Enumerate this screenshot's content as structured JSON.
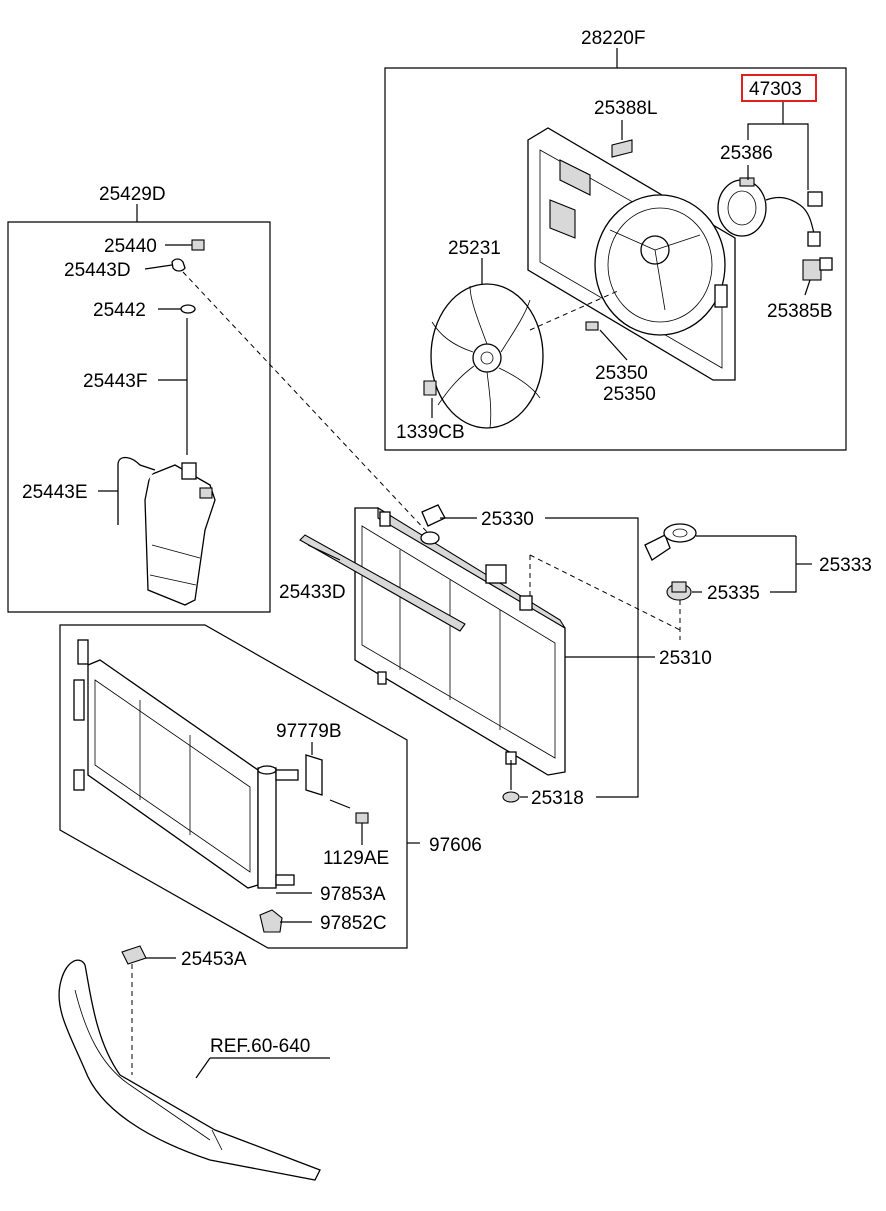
{
  "labels": {
    "fan_assy": "28220F",
    "motor_assy": "47303",
    "label_25388L": "25388L",
    "motor": "25386",
    "fan": "25231",
    "connector": "25385B",
    "shroud_a": "25350",
    "shroud_b": "25350",
    "nut": "1339CB",
    "reservoir_assy": "25429D",
    "res_cap": "25440",
    "hose_d": "25443D",
    "washer": "25442",
    "hose_f": "25443F",
    "hose_e": "25443E",
    "radiator_cap": "25330",
    "bracket_assy": "25333",
    "insulator": "25335",
    "seal": "25433D",
    "radiator": "25310",
    "mount": "25318",
    "condenser_bracket": "97779B",
    "bolt": "1129AE",
    "condenser": "97606",
    "drier": "97853A",
    "drier_cap": "97852C",
    "label_25453A": "25453A",
    "ref": "REF.60-640"
  },
  "colors": {
    "highlight": "#e02020",
    "line": "#000000",
    "fill": "#ffffff"
  }
}
